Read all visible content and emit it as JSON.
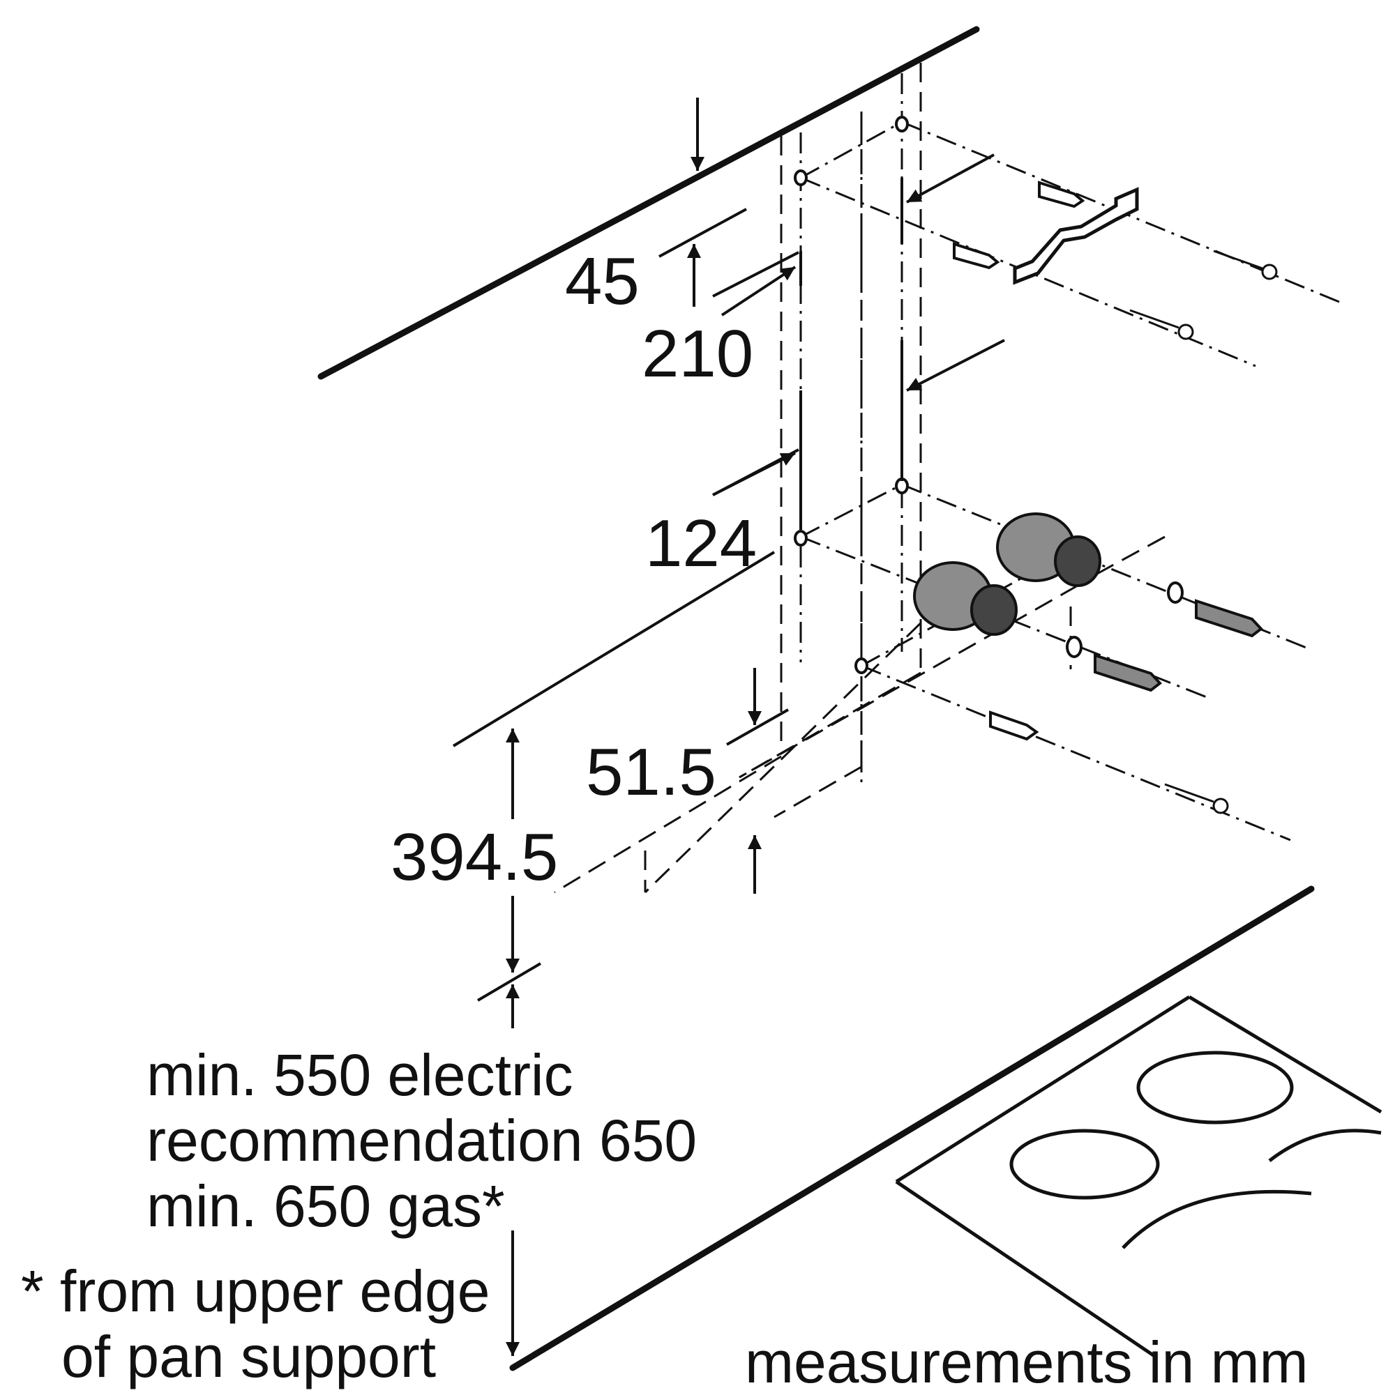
{
  "dimensions": {
    "d45": "45",
    "d210": "210",
    "d124": "124",
    "d51_5": "51.5",
    "d394_5": "394.5"
  },
  "clearance": {
    "line1": "min. 550 electric",
    "line2": "recommendation 650",
    "line3": "min. 650 gas*"
  },
  "footnote": {
    "line1": "* from upper edge",
    "line2": "of pan support"
  },
  "units_note": "measurements in mm",
  "colors": {
    "ink": "#111111",
    "plug": "#8c8c8c"
  }
}
